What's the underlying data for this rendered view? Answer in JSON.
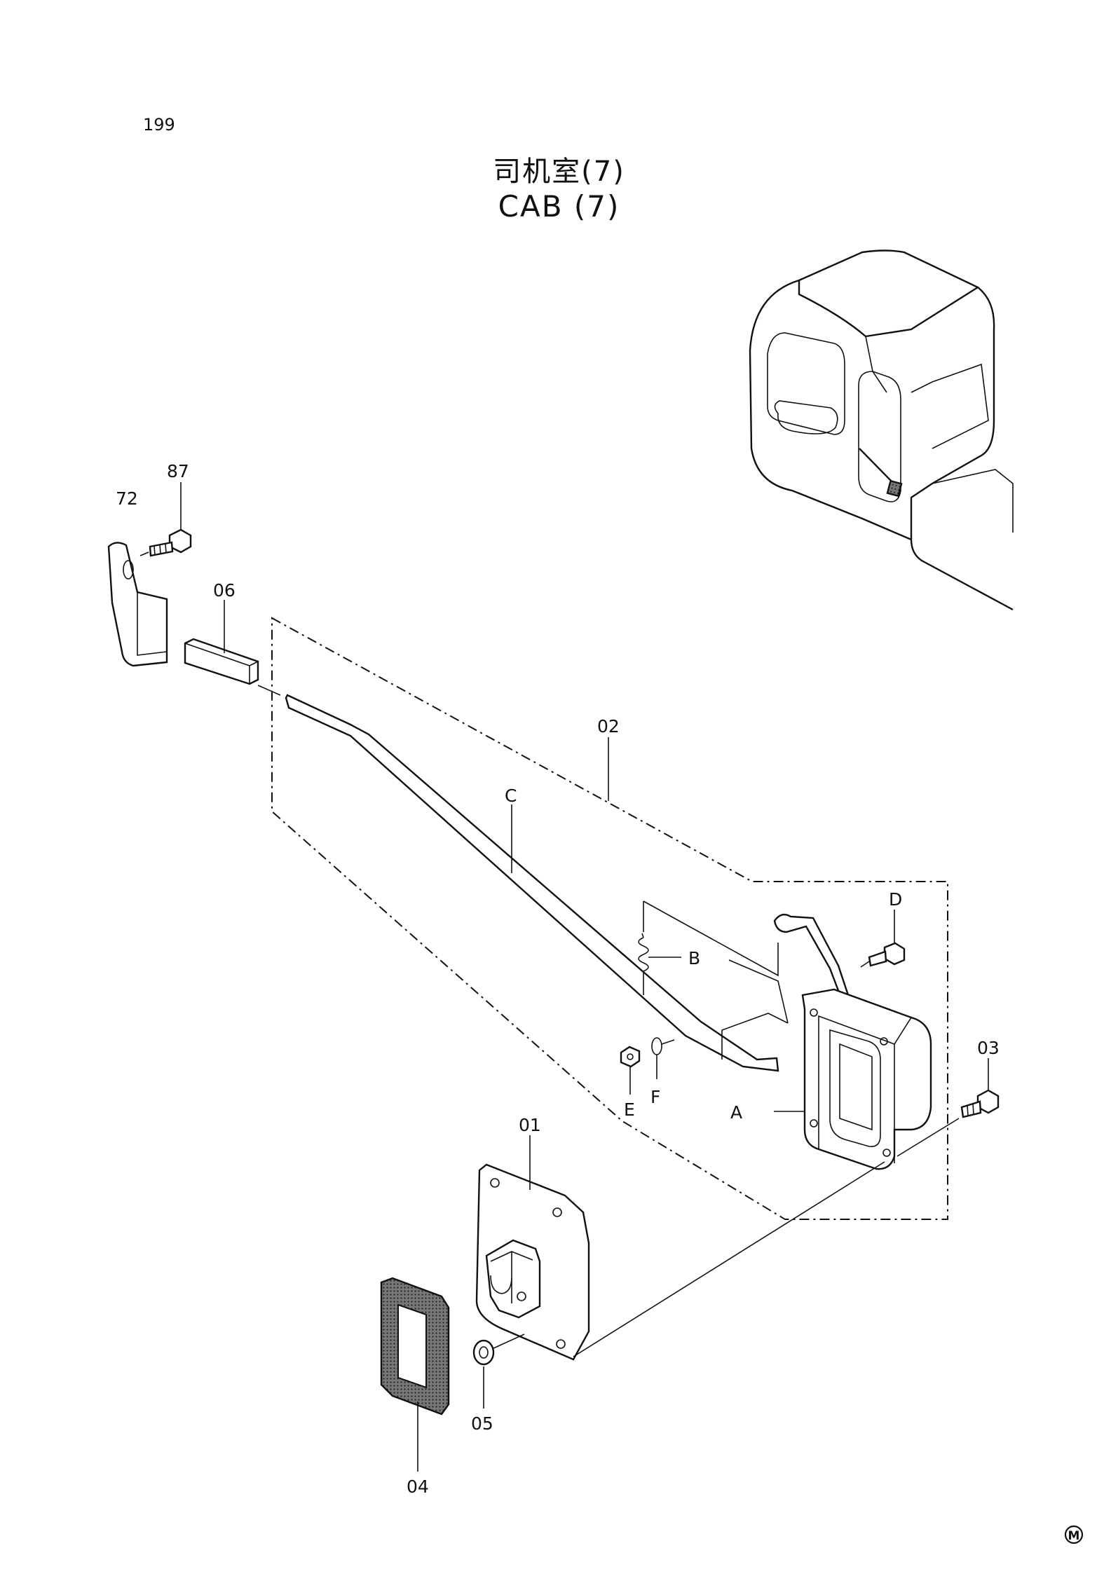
{
  "page_number": "199",
  "title_cn": "司机室(7)",
  "title_en": "CAB (7)",
  "callouts": {
    "p87": "87",
    "p72": "72",
    "p06": "06",
    "p02": "02",
    "C": "C",
    "D": "D",
    "B": "B",
    "p03": "03",
    "E": "E",
    "F": "F",
    "A": "A",
    "p01": "01",
    "p05": "05",
    "p04": "04"
  },
  "footer_mark": "M"
}
